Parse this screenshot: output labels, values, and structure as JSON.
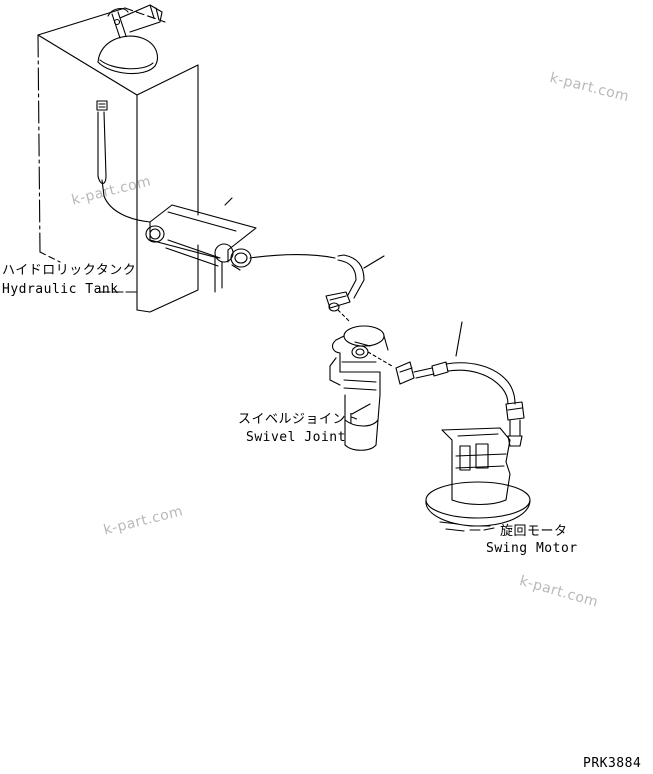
{
  "labels": {
    "hydraulic_tank_jp": "ハイドロリックタンク",
    "hydraulic_tank_en": "Hydraulic Tank",
    "swivel_joint_jp": "スイベルジョイント",
    "swivel_joint_en": "Swivel Joint",
    "swing_motor_jp": "旋回モータ",
    "swing_motor_en": "Swing Motor"
  },
  "figure_code": "PRK3884",
  "watermark": "k-part.com",
  "colors": {
    "line": "#000000",
    "watermark": "#b8b8b8",
    "background": "#ffffff"
  }
}
